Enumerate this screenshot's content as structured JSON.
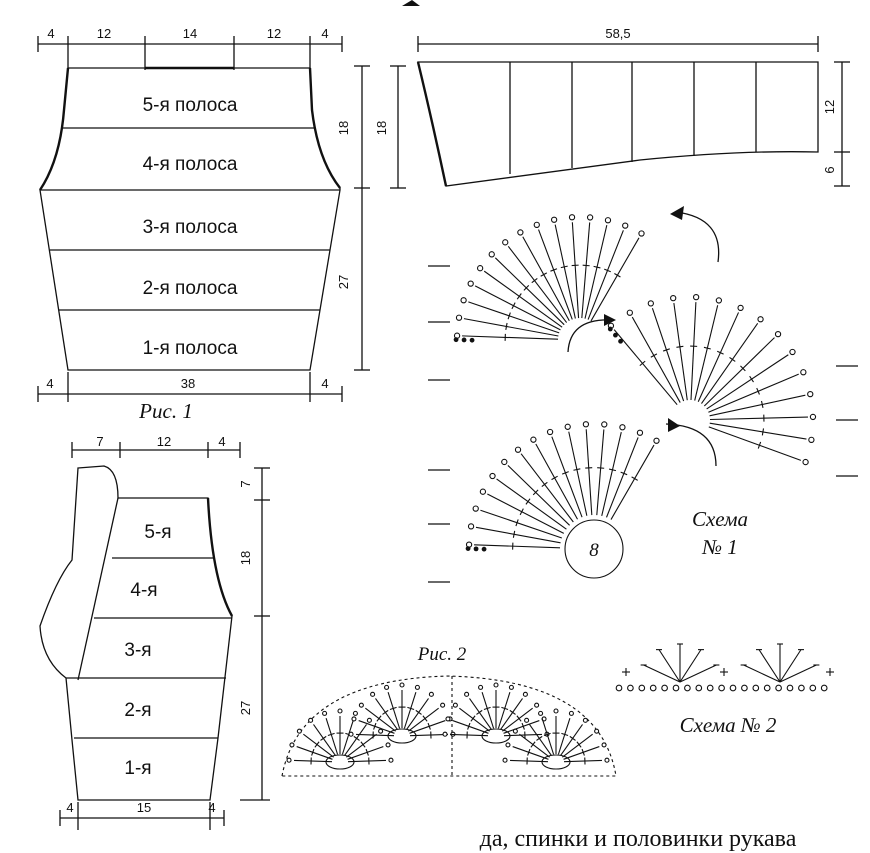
{
  "fig1": {
    "top_dims": [
      "4",
      "12",
      "14",
      "12",
      "4"
    ],
    "bottom_dims": [
      "4",
      "38",
      "4"
    ],
    "bands": [
      "5-я полоса",
      "4-я полоса",
      "3-я полоса",
      "2-я полоса",
      "1-я полоса"
    ],
    "side_dims": [
      "18",
      "27",
      "18"
    ],
    "caption": "Рис. 1"
  },
  "yoke": {
    "top_dim": "58,5",
    "right_dims": [
      "12",
      "6"
    ]
  },
  "sleeve": {
    "top_dims": [
      "7",
      "12",
      "4"
    ],
    "bottom_dims": [
      "4",
      "15",
      "4"
    ],
    "bands": [
      "5-я",
      "4-я",
      "3-я",
      "2-я",
      "1-я"
    ],
    "side_dims": [
      "7",
      "18",
      "27"
    ]
  },
  "scheme1": {
    "caption_line1": "Схема",
    "caption_line2": "№ 1",
    "ring_label": "8"
  },
  "fig2": {
    "caption": "Рис. 2"
  },
  "scheme2": {
    "caption": "Схема № 2"
  },
  "footer": {
    "text": "да, спинки и половинки рукава"
  }
}
